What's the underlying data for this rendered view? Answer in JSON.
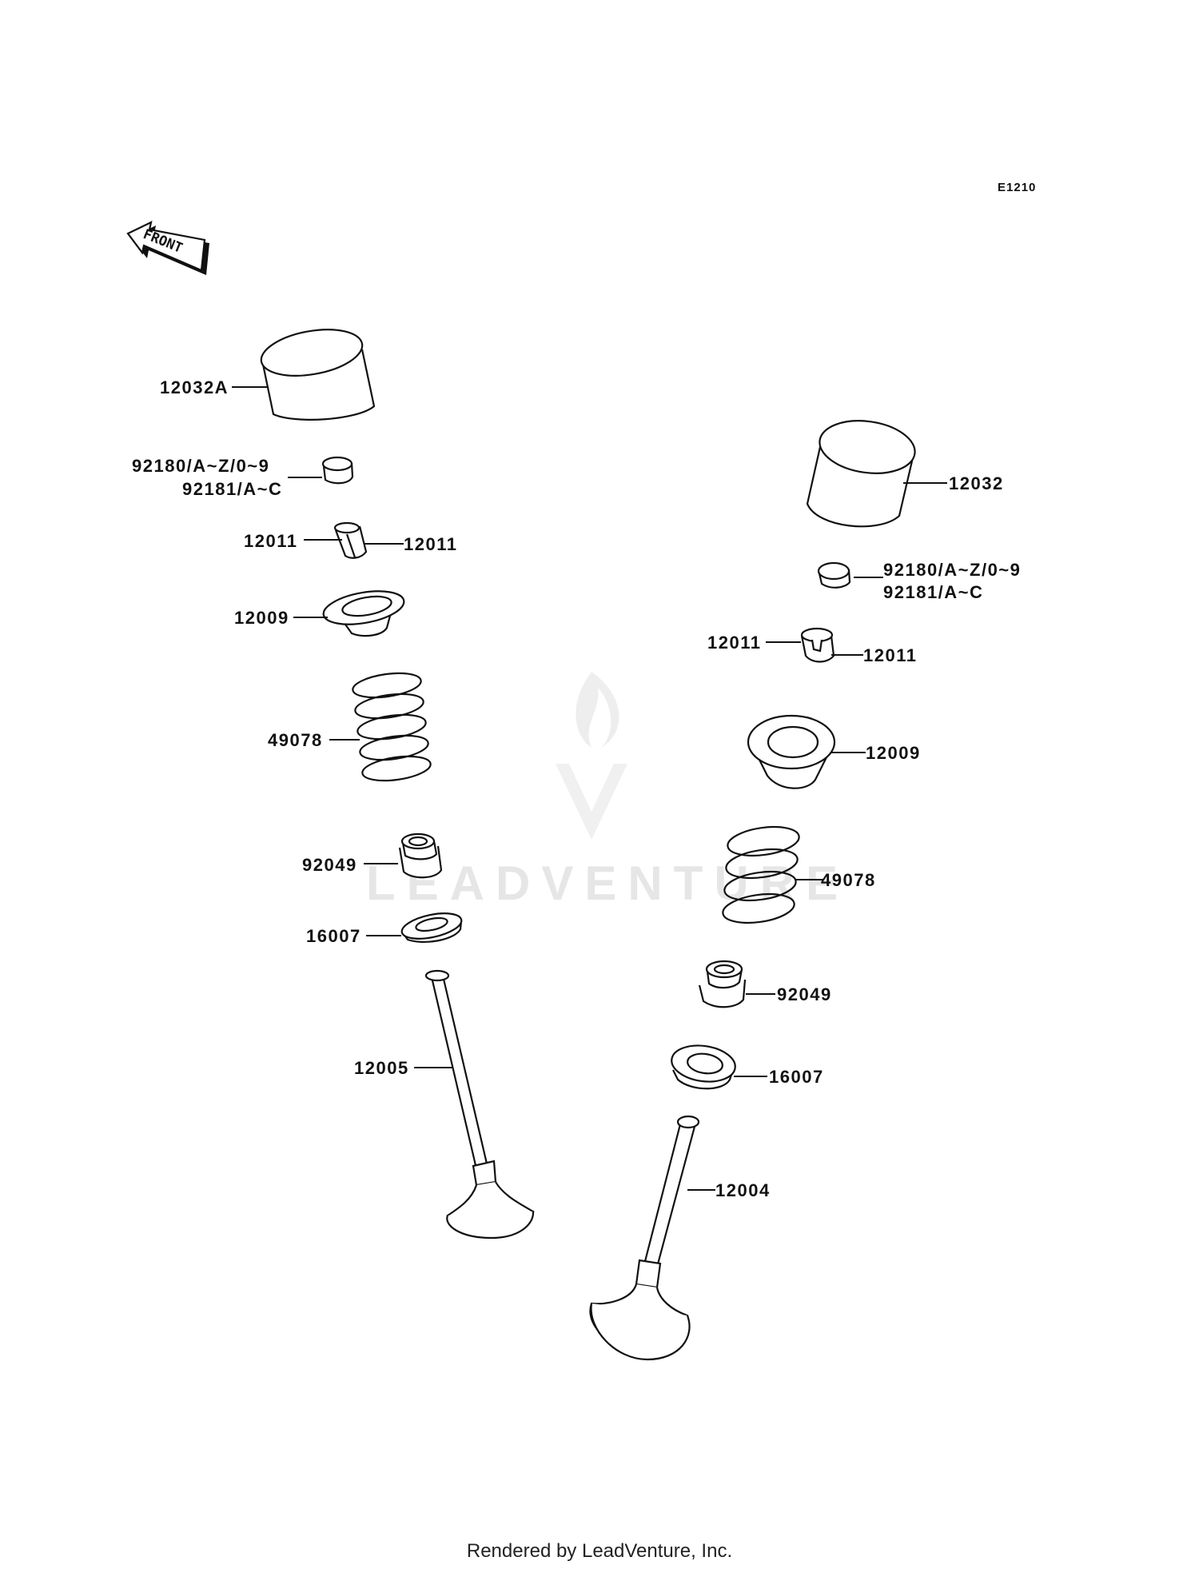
{
  "diagram_code": "E1210",
  "front_label": "FRONT",
  "watermark": "LEADVENTURE",
  "footer": "Rendered by LeadVenture, Inc.",
  "parts": {
    "l_tappet": "12032A",
    "l_shim_a": "92180/A~Z/0~9",
    "l_shim_b": "92181/A~C",
    "l_cotter_left": "12011",
    "l_cotter_right": "12011",
    "l_retainer": "12009",
    "l_spring": "49078",
    "l_seal": "92049",
    "l_seat": "16007",
    "l_valve": "12005",
    "r_tappet": "12032",
    "r_shim_a": "92180/A~Z/0~9",
    "r_shim_b": "92181/A~C",
    "r_cotter_left": "12011",
    "r_cotter_right": "12011",
    "r_retainer": "12009",
    "r_spring": "49078",
    "r_seal": "92049",
    "r_seat": "16007",
    "r_valve": "12004"
  }
}
